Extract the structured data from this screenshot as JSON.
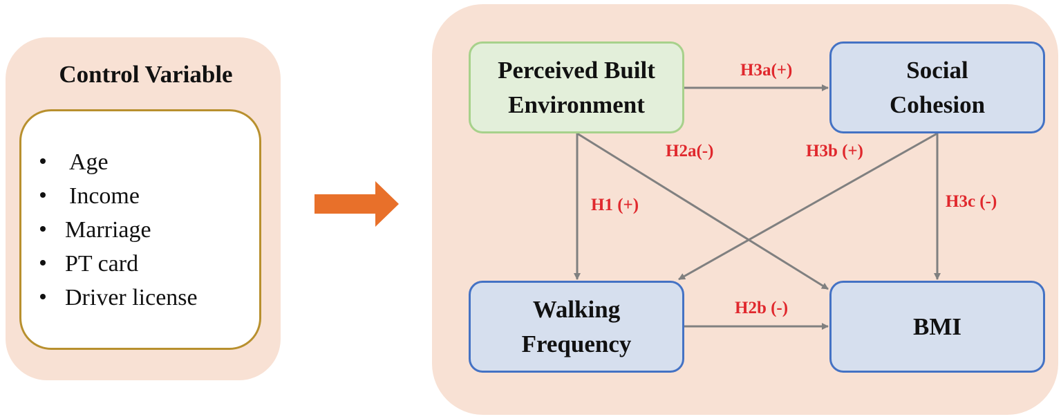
{
  "control": {
    "title": "Control Variable",
    "items": [
      "Age",
      "Income",
      "Marriage",
      "PT card",
      "Driver license"
    ]
  },
  "nodes": {
    "perceived_built_environment": [
      "Perceived Built",
      "Environment"
    ],
    "social_cohesion": [
      "Social",
      "Cohesion"
    ],
    "walking_frequency": [
      "Walking",
      "Frequency"
    ],
    "bmi": "BMI"
  },
  "hypotheses": {
    "h1": "H1 (+)",
    "h2a": "H2a(-)",
    "h2b": "H2b (-)",
    "h3a": "H3a(+)",
    "h3b": "H3b (+)",
    "h3c": "H3c (-)"
  },
  "colors": {
    "panel_bg": "#f8e1d4",
    "control_border": "#b8902e",
    "green_node_fill": "#e3efda",
    "green_node_border": "#a7d18b",
    "blue_node_fill": "#d6dfee",
    "blue_node_border": "#4472c4",
    "arrow_gray": "#808080",
    "big_arrow_orange": "#e8702a",
    "label_red": "#e0282d"
  }
}
